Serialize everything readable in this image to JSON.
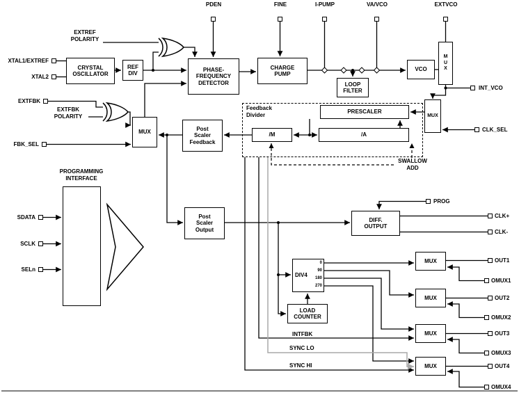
{
  "pins": {
    "top": [
      {
        "label": "PDEN"
      },
      {
        "label": "FINE"
      },
      {
        "label": "I-PUMP"
      },
      {
        "label": "VA/VCO"
      },
      {
        "label": "EXTVCO"
      }
    ],
    "left": [
      {
        "label": "XTAL1/EXTREF"
      },
      {
        "label": "XTAL2"
      },
      {
        "label": "EXTFBK"
      },
      {
        "label": "FBK_SEL"
      },
      {
        "label": "SDATA"
      },
      {
        "label": "SCLK"
      },
      {
        "label": "SELn"
      }
    ],
    "right": [
      {
        "label": "INT_VCO"
      },
      {
        "label": "CLK_SEL"
      },
      {
        "label": "PROG"
      },
      {
        "label": "CLK+"
      },
      {
        "label": "CLK-"
      },
      {
        "label": "OUT1"
      },
      {
        "label": "OMUX1"
      },
      {
        "label": "OUT2"
      },
      {
        "label": "OMUX2"
      },
      {
        "label": "OUT3"
      },
      {
        "label": "OMUX3"
      },
      {
        "label": "OUT4"
      },
      {
        "label": "OMUX4"
      }
    ]
  },
  "blocks": {
    "crystal_oscillator": "CRYSTAL\nOSCILLATOR",
    "ref_div": "REF\nDIV",
    "phase_frequency_detector": "PHASE-\nFREQUENCY\nDETECTOR",
    "charge_pump": "CHARGE\nPUMP",
    "loop_filter": "LOOP\nFILTER",
    "vco": "VCO",
    "mux_vco": "M\nU\nX",
    "mux_clk": "MUX",
    "prescaler": "PRESCALER",
    "div_a": "/A",
    "div_m": "/M",
    "mux_feedback": "MUX",
    "post_scaler_feedback": "Post\nScaler\nFeedback",
    "post_scaler_output": "Post\nScaler\nOutput",
    "diff_output": "DIFF.\nOUTPUT",
    "div4": "DIV4",
    "load_counter": "LOAD\nCOUNTER",
    "mux_out": "MUX"
  },
  "labels": {
    "extref_polarity": "EXTREF\nPOLARITY",
    "extfbk_polarity": "EXTFBK\nPOLARITY",
    "programming_interface": "PROGRAMMING\nINTERFACE",
    "feedback_divider": "Feedback\nDivider",
    "swallow_add": "SWALLOW\nADD",
    "intfbk": "INTFBK",
    "sync_lo": "SYNC LO",
    "sync_hi": "SYNC HI"
  },
  "div4_phases": [
    "0",
    "90",
    "180",
    "270"
  ],
  "colors": {
    "line": "#000000",
    "sync_lo_line": "#a8a8a8",
    "background": "#ffffff"
  }
}
